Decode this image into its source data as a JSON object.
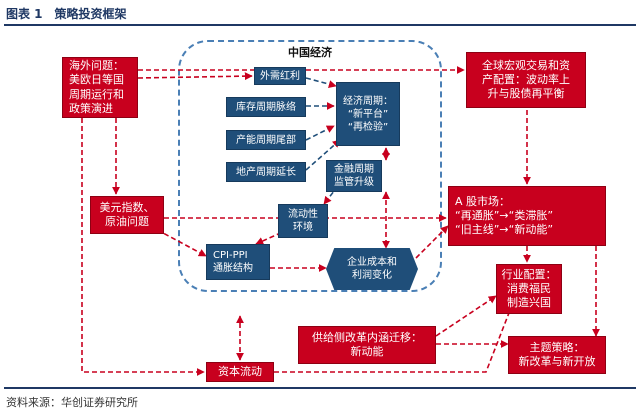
{
  "header": {
    "title": "图表 1　策略投资框架"
  },
  "footer": {
    "source": "资料来源：华创证券研究所"
  },
  "china": {
    "label": "中国经济"
  },
  "boxes": {
    "overseas": [
      "海外问题：",
      "美欧日等国",
      "周期运行和",
      "政策演进"
    ],
    "global": [
      "全球宏观交易和资",
      "产配置：波动率上",
      "升与股债再平衡"
    ],
    "usd_oil": [
      "美元指数、",
      "原油问题"
    ],
    "external": [
      "外需红利"
    ],
    "inventory": [
      "库存周期脉络"
    ],
    "capacity": [
      "产能周期尾部"
    ],
    "property": [
      "地产周期延长"
    ],
    "econ_cycle": [
      "经济周期：",
      "“新平台”",
      "“再检验”"
    ],
    "finance": [
      "金融周期",
      "监管升级"
    ],
    "liquidity": [
      "流动性",
      "环境"
    ],
    "cpi_ppi": [
      "CPI-PPI",
      "通胀结构"
    ],
    "cost_profit": [
      "企业成本和",
      "利润变化"
    ],
    "a_share": [
      "A 股市场：",
      "“再通胀”→“类滞胀”",
      "“旧主线”→“新动能”"
    ],
    "industry": [
      "行业配置：",
      "消费福民",
      "制造兴国"
    ],
    "supply_side": [
      "供给侧改革内涵迁移：",
      "新动能"
    ],
    "theme": [
      "主题策略：",
      "新改革与新开放"
    ],
    "capital": [
      "资本流动"
    ]
  },
  "colors": {
    "red": "#c8001e",
    "blue": "#1f4e79",
    "frame": "#4a7fb5",
    "title": "#1f3864"
  }
}
